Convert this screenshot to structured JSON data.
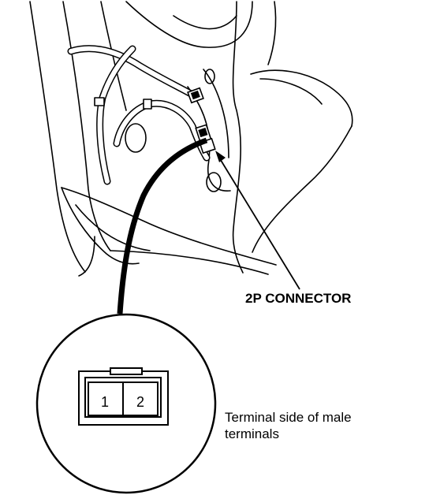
{
  "callout": {
    "connector_label": "2P CONNECTOR"
  },
  "detail": {
    "terminal_1": "1",
    "terminal_2": "2",
    "caption_line_1": "Terminal side of male",
    "caption_line_2": "terminals"
  }
}
